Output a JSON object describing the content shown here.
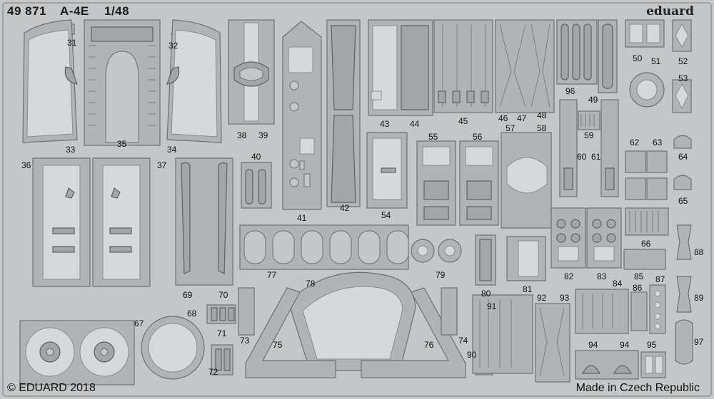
{
  "header": {
    "code": "49 871",
    "model": "A-4E",
    "scale": "1/48"
  },
  "brand": "eduard",
  "footer": {
    "copyright": "© EDUARD 2018",
    "origin": "Made in Czech Republic"
  },
  "parts": {
    "p31": "31",
    "p32": "32",
    "p33": "33",
    "p34": "34",
    "p35": "35",
    "p36": "36",
    "p37": "37",
    "p38": "38",
    "p39": "39",
    "p40": "40",
    "p41": "41",
    "p42": "42",
    "p43": "43",
    "p44": "44",
    "p45": "45",
    "p46": "46",
    "p47": "47",
    "p48": "48",
    "p49": "49",
    "p50": "50",
    "p51": "51",
    "p52": "52",
    "p53": "53",
    "p54": "54",
    "p55": "55",
    "p56": "56",
    "p57": "57",
    "p58": "58",
    "p59": "59",
    "p60": "60",
    "p61": "61",
    "p62": "62",
    "p63": "63",
    "p64": "64",
    "p65": "65",
    "p66": "66",
    "p67": "67",
    "p68": "68",
    "p69": "69",
    "p70": "70",
    "p71": "71",
    "p72": "72",
    "p73": "73",
    "p74": "74",
    "p75": "75",
    "p76": "76",
    "p77": "77",
    "p78": "78",
    "p79": "79",
    "p80": "80",
    "p81": "81",
    "p82": "82",
    "p83": "83",
    "p84": "84",
    "p85": "85",
    "p86": "86",
    "p87": "87",
    "p88": "88",
    "p89": "89",
    "p90": "90",
    "p91": "91",
    "p92": "92",
    "p93": "93",
    "p94a": "94",
    "p94b": "94",
    "p95": "95",
    "p96": "96",
    "p97": "97"
  }
}
